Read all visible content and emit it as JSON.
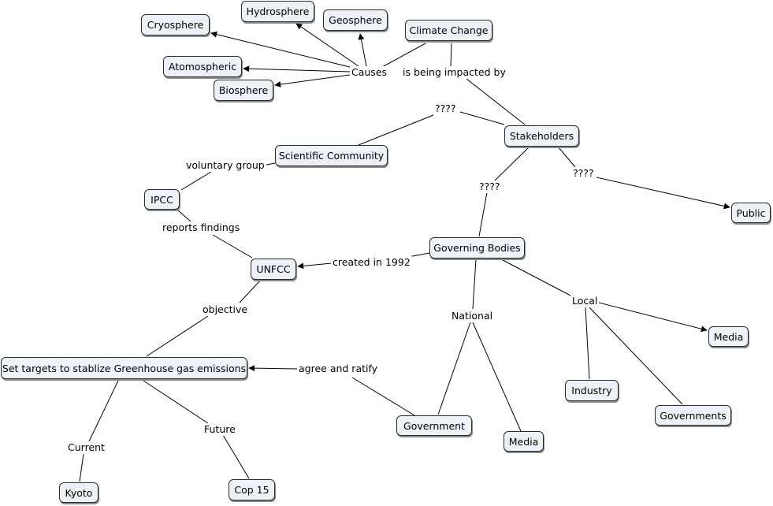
{
  "concepts": {
    "cryosphere": "Cryosphere",
    "hydrosphere": "Hydrosphere",
    "geosphere": "Geosphere",
    "climate_change": "Climate Change",
    "atomospheric": "Atomospheric",
    "biosphere": "Biosphere",
    "stakeholders": "Stakeholders",
    "scientific_community": "Scientific Community",
    "ipcc": "IPCC",
    "public": "Public",
    "governing_bodies": "Governing Bodies",
    "unfcc": "UNFCC",
    "media_local": "Media",
    "industry": "Industry",
    "governments": "Governments",
    "set_targets": "Set targets to stablize Greenhouse gas emissions",
    "government": "Government",
    "media_national": "Media",
    "kyoto": "Kyoto",
    "cop15": "Cop 15"
  },
  "linking_phrases": {
    "causes": "Causes",
    "is_being_impacted_by": "is being impacted by",
    "q_sci": "????",
    "q_gov": "????",
    "q_public": "????",
    "voluntary_group": "voluntary group",
    "reports_findings": "reports findings",
    "created_in_1992": "created in 1992",
    "objective": "objective",
    "national": "National",
    "local": "Local",
    "agree_and_ratify": "agree and ratify",
    "current": "Current",
    "future": "Future"
  }
}
